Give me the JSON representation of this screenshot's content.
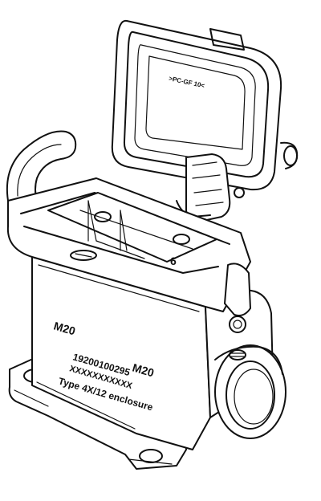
{
  "labels": {
    "lid_marking": ">PC-GF 10<",
    "port_top": "M20",
    "port_right": "M20",
    "part_number": "19200100295",
    "batch_code": "XXXXXXXXXXX",
    "type_text": "Type 4X/12 enclosure",
    "inner_mark": "6"
  }
}
